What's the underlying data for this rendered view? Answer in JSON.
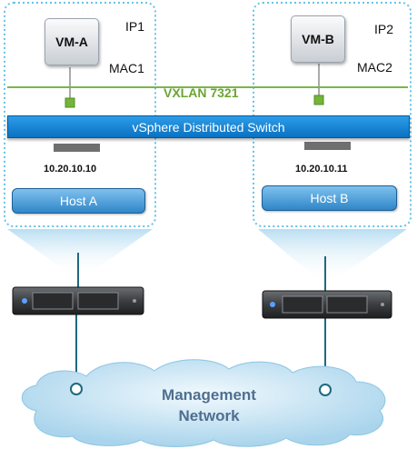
{
  "vxlan_label": "VXLAN 7321",
  "switch_label": "vSphere Distributed Switch",
  "hosts": [
    {
      "vm": "VM-A",
      "ip": "IP1",
      "mac": "MAC1",
      "address": "10.20.10.10",
      "host": "Host A"
    },
    {
      "vm": "VM-B",
      "ip": "IP2",
      "mac": "MAC2",
      "address": "10.20.10.11",
      "host": "Host B"
    }
  ],
  "network": {
    "line1": "Management",
    "line2": "Network"
  },
  "colors": {
    "host_box_border": "#66c3e8",
    "vxlan_line": "#7ab648",
    "switch_blue": "#1a86d6",
    "host_button": "#3a8fd0",
    "cloud_fill": "#bfe0f2",
    "link_line": "#1d6a7f"
  }
}
